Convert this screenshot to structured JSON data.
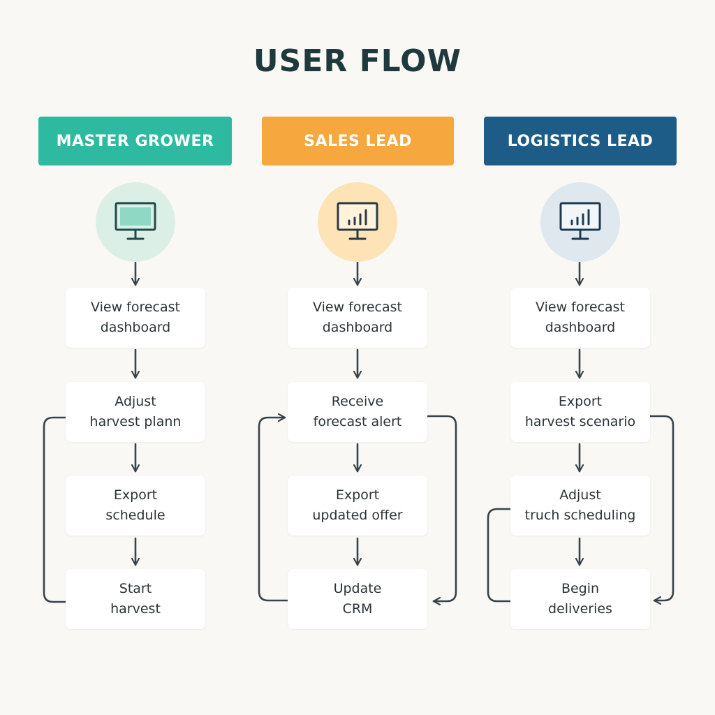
{
  "title": "USER FLOW",
  "colors": {
    "master_grower": "#2dbaa0",
    "sales_lead": "#f6a83e",
    "logistics_lead": "#1d5c86",
    "master_grower_circle": "#dcefe6",
    "sales_lead_circle": "#fde3b6",
    "logistics_lead_circle": "#dfe8ee",
    "line": "#37434a"
  },
  "lanes": [
    {
      "role": "MASTER GROWER",
      "icon": "monitor-icon",
      "steps": [
        {
          "line1": "View forecast",
          "line2": "dashboard"
        },
        {
          "line1": "Adjust",
          "line2": "harvest plann"
        },
        {
          "line1": "Export",
          "line2": "schedule"
        },
        {
          "line1": "Start",
          "line2": "harvest"
        }
      ]
    },
    {
      "role": "SALES LEAD",
      "icon": "chart-monitor-icon",
      "steps": [
        {
          "line1": "View forecast",
          "line2": "dashboard"
        },
        {
          "line1": "Receive",
          "line2": "forecast alert"
        },
        {
          "line1": "Export",
          "line2": "updated offer"
        },
        {
          "line1": "Update",
          "line2": "CRM"
        }
      ]
    },
    {
      "role": "LOGISTICS LEAD",
      "icon": "chart-monitor-icon",
      "steps": [
        {
          "line1": "View forecast",
          "line2": "dashboard"
        },
        {
          "line1": "Export",
          "line2": "harvest scenario"
        },
        {
          "line1": "Adjust",
          "line2": "truch scheduling"
        },
        {
          "line1": "Begin",
          "line2": "deliveries"
        }
      ]
    }
  ]
}
